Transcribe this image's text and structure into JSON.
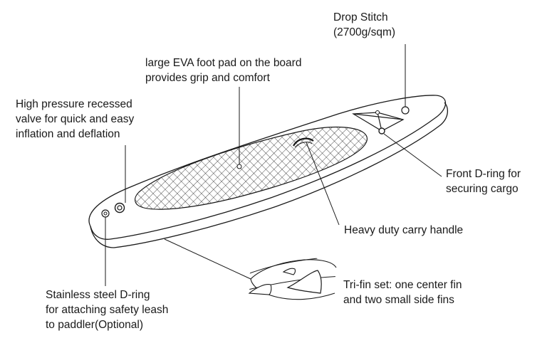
{
  "callouts": {
    "drop_stitch": [
      "Drop Stitch",
      "(2700g/sqm)"
    ],
    "eva_pad": [
      "large EVA foot pad on the board",
      "provides grip and comfort"
    ],
    "valve": [
      "High pressure recessed",
      "valve for quick and easy",
      "inflation and deflation"
    ],
    "front_dring": [
      "Front D-ring for",
      "securing cargo"
    ],
    "carry_handle": [
      "Heavy duty carry handle"
    ],
    "tri_fin": [
      "Tri-fin set: one center fin",
      "and two small side fins"
    ],
    "steel_dring": [
      "Stainless steel D-ring",
      "for attaching safety leash",
      "to paddler(Optional)"
    ]
  },
  "colors": {
    "line": "#1a1a1a",
    "background": "#ffffff"
  }
}
